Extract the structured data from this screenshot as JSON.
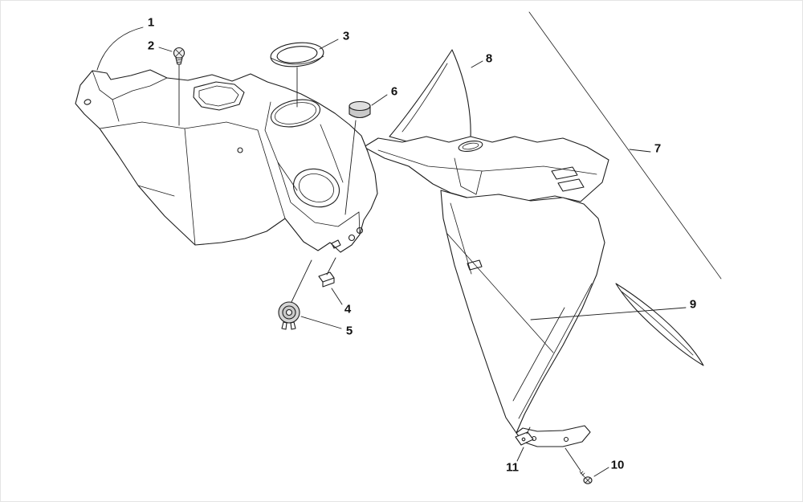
{
  "diagram": {
    "kind": "exploded-parts-diagram",
    "background_color": "#ffffff",
    "line_color": "#1d1d1d",
    "callouts": [
      {
        "label": "1",
        "part": "front-console-panel"
      },
      {
        "label": "2",
        "part": "screw"
      },
      {
        "label": "3",
        "part": "bezel-ring"
      },
      {
        "label": "4",
        "part": "clip"
      },
      {
        "label": "5",
        "part": "push-fastener"
      },
      {
        "label": "6",
        "part": "rubber-cap"
      },
      {
        "label": "7",
        "part": "assembly-reference"
      },
      {
        "label": "8",
        "part": "windshield-deflector"
      },
      {
        "label": "9",
        "part": "trim-strip"
      },
      {
        "label": "10",
        "part": "small-screw"
      },
      {
        "label": "11",
        "part": "bracket-clip"
      }
    ]
  }
}
